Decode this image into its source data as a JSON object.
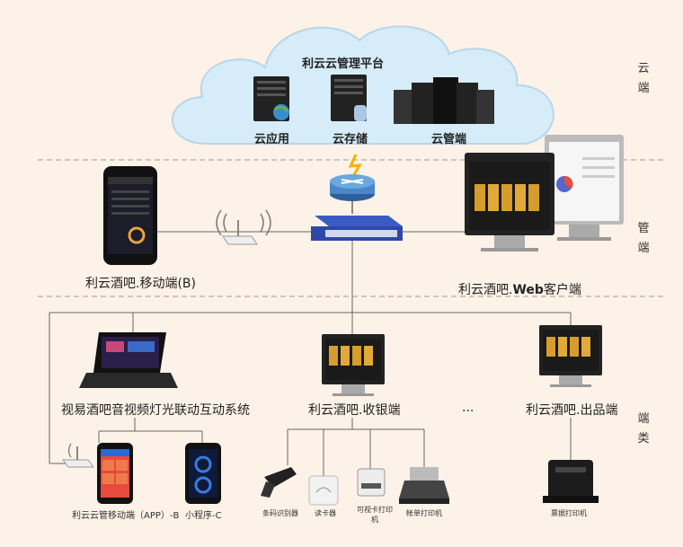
{
  "cloud": {
    "title": "利云云管理平台",
    "items": [
      "云应用",
      "云存储",
      "云管端"
    ]
  },
  "side_labels": {
    "cloud": [
      "云",
      "端"
    ],
    "mgmt": [
      "管",
      "端"
    ],
    "terminal": [
      "端",
      "类"
    ]
  },
  "mgmt": {
    "mobile_label": "利云酒吧.移动端(B)",
    "web_label_prefix": "利云酒吧.",
    "web_label_bold": "Web",
    "web_label_suffix": "客户端"
  },
  "terminals": {
    "av_system": "视易酒吧音视频灯光联动互动系统",
    "cashier": "利云酒吧.收银端",
    "ellipsis": "...",
    "output": "利云酒吧.出品端"
  },
  "devices": {
    "app": "利云云管移动端（APP）-B",
    "mini": "小程序-C",
    "barcode": "条码识别器",
    "card_reader": "读卡器",
    "card_printer": "可视卡打印机",
    "bill_printer": "帐单打印机",
    "receipt_printer": "票据打印机"
  },
  "colors": {
    "background": "#fdf2e7",
    "cloud_fill": "#d6ecf8",
    "switch": "#2e48a8",
    "router": "#4a86c8",
    "divider": "#999999"
  }
}
